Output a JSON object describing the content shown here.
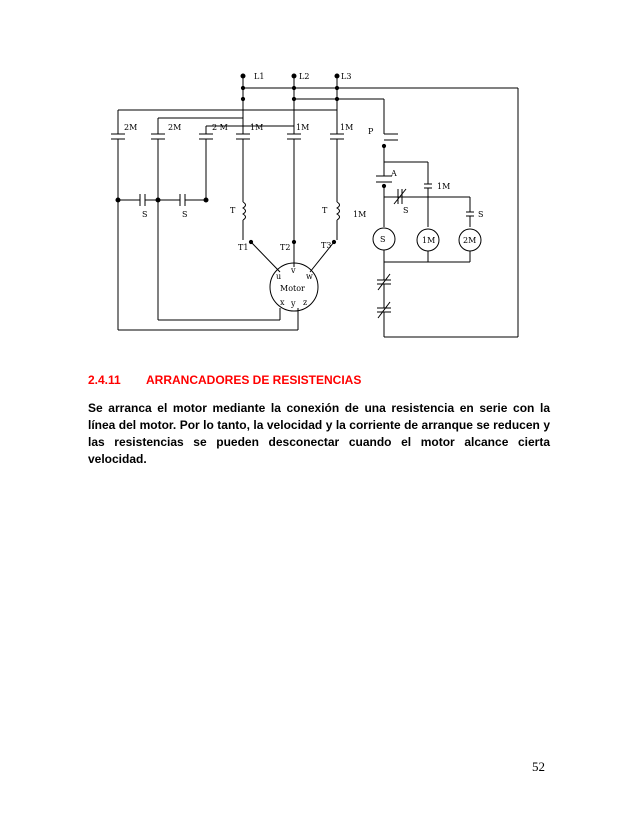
{
  "diagram": {
    "labels": {
      "l1": "L1",
      "l2": "L2",
      "l3": "L3",
      "c2m_a": "2M",
      "c2m_b": "2M",
      "c2m_c": "2 M",
      "c1m_a": "1M",
      "c1m_b": "1M",
      "c1m_c": "1M",
      "p": "P",
      "a": "A",
      "c1m_aux": "1M",
      "c1m_side": "1M",
      "s_aux": "S",
      "s_left": "S",
      "s_right": "S",
      "t_left": "T",
      "t_right": "T",
      "t1": "T1",
      "t2": "T2",
      "t3": "T3",
      "coil_s": "S",
      "coil_1m": "1M",
      "coil_2m": "2M",
      "motor": "Motor",
      "u": "u",
      "v": "v",
      "w": "w",
      "x": "x",
      "y": "y",
      "z": "z"
    }
  },
  "section": {
    "number": "2.4.11",
    "title": "ARRANCADORES DE RESISTENCIAS",
    "color": "#ff0000"
  },
  "paragraph": "Se arranca el motor mediante la conexión de una resistencia en serie con la línea del motor. Por lo tanto, la velocidad y la corriente de arranque se reducen y las resistencias se pueden desconectar cuando el motor alcance cierta velocidad.",
  "page_number": "52"
}
